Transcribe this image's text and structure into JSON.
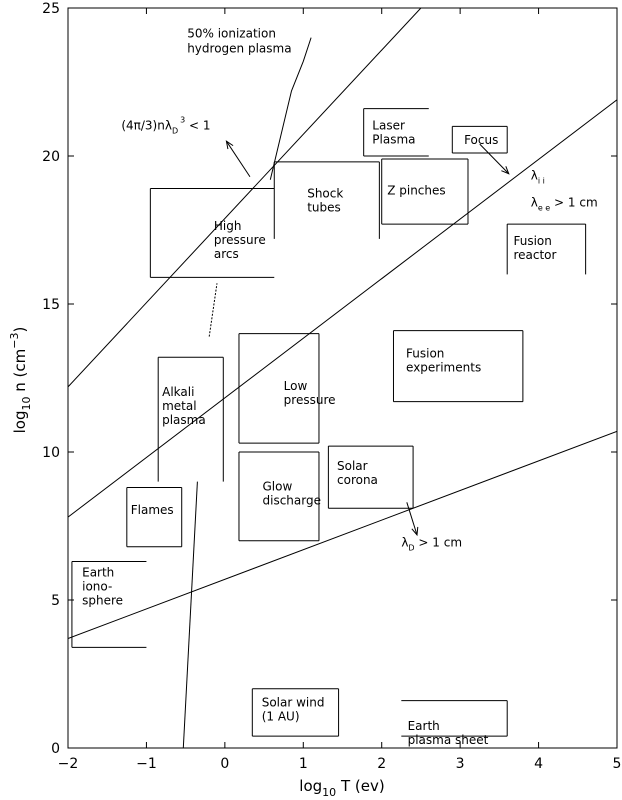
{
  "chart_data": {
    "type": "line",
    "title": "",
    "xlabel": {
      "base": "log",
      "sub": "10",
      "rest": " T (ev)"
    },
    "ylabel": {
      "base": "log",
      "sub": "10",
      "rest": " n (cm",
      "sup": "−3",
      "close": ")"
    },
    "xlim": [
      -2,
      5
    ],
    "ylim": [
      0,
      25
    ],
    "x_ticks": [
      -2,
      -1,
      0,
      1,
      2,
      3,
      4,
      5
    ],
    "x_tick_labels": [
      "−2",
      "−1",
      "0",
      "1",
      "2",
      "3",
      "4",
      "5"
    ],
    "y_ticks": [
      0,
      5,
      10,
      15,
      20,
      25
    ],
    "y_tick_labels": [
      "0",
      "5",
      "10",
      "15",
      "20",
      "25"
    ],
    "grid": false,
    "lines": [
      {
        "id": "debye-1cm",
        "points": [
          [
            -2,
            3.7
          ],
          [
            5,
            10.7
          ]
        ]
      },
      {
        "id": "lambda-ii-ee",
        "points": [
          [
            -2,
            7.8
          ],
          [
            5,
            21.9
          ]
        ]
      },
      {
        "id": "nlambda-d3",
        "points": [
          [
            -2,
            12.2
          ],
          [
            2.5,
            25
          ]
        ]
      },
      {
        "id": "ionization-50pct",
        "points": [
          [
            -0.53,
            0
          ],
          [
            -0.35,
            9.0
          ]
        ]
      },
      {
        "id": "ionization-50pct",
        "points": [
          [
            -0.2,
            13.9
          ],
          [
            -0.1,
            15.7
          ]
        ],
        "dashed": true
      },
      {
        "id": "ionization-50pct",
        "points": [
          [
            0.58,
            19.2
          ],
          [
            0.85,
            22.2
          ],
          [
            1.0,
            23.2
          ],
          [
            1.1,
            24.0
          ]
        ]
      }
    ],
    "arrows": [
      {
        "from": [
          0.32,
          19.3
        ],
        "to": [
          0.02,
          20.5
        ]
      },
      {
        "from": [
          3.25,
          20.4
        ],
        "to": [
          3.62,
          19.4
        ]
      },
      {
        "from": [
          2.32,
          8.3
        ],
        "to": [
          2.45,
          7.2
        ]
      }
    ],
    "regions": [
      {
        "label": [
          "Earth",
          "iono-",
          "sphere"
        ],
        "x": [
          -1.95,
          -1.0
        ],
        "y": [
          3.4,
          6.3
        ],
        "sides": "tbl",
        "label_at": [
          -1.82,
          5.8
        ]
      },
      {
        "label": [
          "Flames"
        ],
        "x": [
          -1.25,
          -0.55
        ],
        "y": [
          6.8,
          8.8
        ],
        "sides": "tblr",
        "label_at": [
          -1.2,
          7.9
        ]
      },
      {
        "label": [
          "Alkali",
          "metal",
          "plasma"
        ],
        "x": [
          -0.85,
          -0.02
        ],
        "y": [
          9.0,
          13.2
        ],
        "sides": "tlr",
        "label_at": [
          -0.8,
          11.9
        ]
      },
      {
        "label": [
          "High",
          "pressure",
          "arcs"
        ],
        "x": [
          -0.95,
          0.63
        ],
        "y": [
          15.9,
          18.9
        ],
        "sides": "tbl",
        "label_at": [
          -0.14,
          17.5
        ]
      },
      {
        "label": [
          "Low",
          "pressure"
        ],
        "x": [
          0.18,
          1.2
        ],
        "y": [
          10.3,
          14.0
        ],
        "sides": "tblr",
        "label_at": [
          0.75,
          12.1
        ]
      },
      {
        "label": [
          "Glow",
          "discharge"
        ],
        "x": [
          0.18,
          1.2
        ],
        "y": [
          7.0,
          10.0
        ],
        "sides": "tblr",
        "label_at": [
          0.48,
          8.7
        ]
      },
      {
        "label": [
          "Shock",
          "tubes"
        ],
        "x": [
          0.63,
          1.97
        ],
        "y": [
          17.2,
          19.8
        ],
        "sides": "tlr",
        "label_at": [
          1.05,
          18.6
        ]
      },
      {
        "label": [
          "Laser",
          "Plasma"
        ],
        "x": [
          1.77,
          2.6
        ],
        "y": [
          20.0,
          21.6
        ],
        "sides": "tbl",
        "label_at": [
          1.88,
          20.9
        ]
      },
      {
        "label": [
          "Z  pinches"
        ],
        "x": [
          2.0,
          3.1
        ],
        "y": [
          17.7,
          19.9
        ],
        "sides": "tblr",
        "label_at": [
          2.07,
          18.7
        ]
      },
      {
        "label": [
          "Focus"
        ],
        "x": [
          2.9,
          3.6
        ],
        "y": [
          20.1,
          21.0
        ],
        "sides": "tblr",
        "label_at": [
          3.05,
          20.4
        ]
      },
      {
        "label": [
          "Fusion",
          "reactor"
        ],
        "x": [
          3.6,
          4.6
        ],
        "y": [
          16.0,
          17.7
        ],
        "sides": "tlr",
        "label_at": [
          3.68,
          17.0
        ]
      },
      {
        "label": [
          "Fusion",
          "experiments"
        ],
        "x": [
          2.15,
          3.8
        ],
        "y": [
          11.7,
          14.1
        ],
        "sides": "tblr",
        "label_at": [
          2.31,
          13.2
        ]
      },
      {
        "label": [
          "Solar",
          "corona"
        ],
        "x": [
          1.32,
          2.4
        ],
        "y": [
          8.1,
          10.2
        ],
        "sides": "tblr",
        "label_at": [
          1.43,
          9.4
        ]
      },
      {
        "label": [
          "Solar wind",
          "(1 AU)"
        ],
        "x": [
          0.35,
          1.45
        ],
        "y": [
          0.4,
          2.0
        ],
        "sides": "tblr",
        "label_at": [
          0.47,
          1.4
        ]
      },
      {
        "label": [
          "Earth",
          "plasma sheet"
        ],
        "x": [
          2.25,
          3.6
        ],
        "y": [
          0.4,
          1.6
        ],
        "sides": "tbr",
        "label_at": [
          2.33,
          0.6
        ]
      }
    ],
    "annotations": [
      {
        "text": [
          "50% ionization",
          "hydrogen plasma"
        ],
        "at": [
          -0.48,
          24.0
        ]
      },
      {
        "text": [
          "λ",
          "D",
          " > 1 cm"
        ],
        "at": [
          2.25,
          6.8
        ],
        "style": "sub"
      },
      {
        "text": [
          "λ",
          "i i",
          ""
        ],
        "at": [
          3.9,
          19.2
        ],
        "style": "sub"
      },
      {
        "text": [
          "λ",
          "e e",
          " > 1 cm"
        ],
        "at": [
          3.9,
          18.3
        ],
        "style": "sub"
      },
      {
        "text": [
          "(4π/3)nλ",
          "D",
          "3",
          " < 1"
        ],
        "at": [
          -1.32,
          20.9
        ],
        "style": "subsup"
      }
    ]
  }
}
